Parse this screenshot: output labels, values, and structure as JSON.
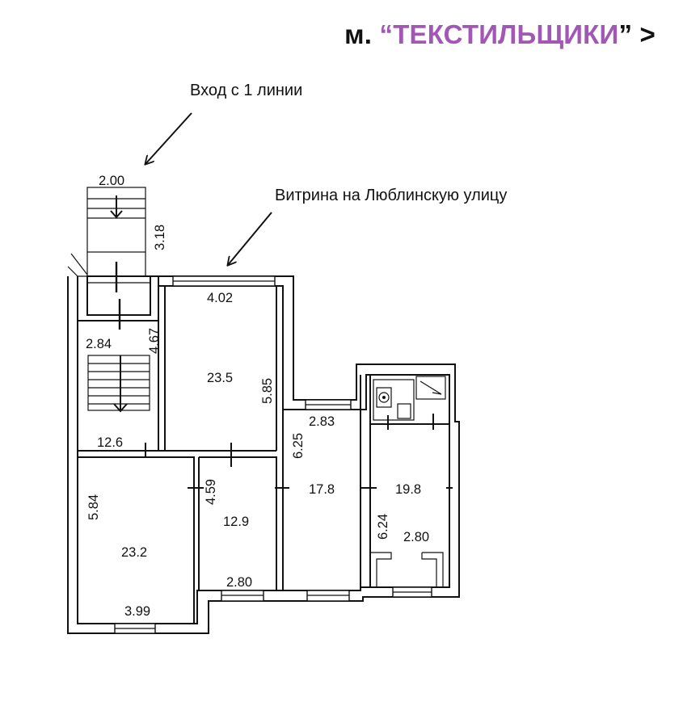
{
  "header": {
    "prefix": "м. ",
    "open_quote": "“",
    "station": "ТЕКСТИЛЬЩИКИ",
    "close_quote": "” >",
    "accent_color": "#a256b5"
  },
  "annotations": {
    "entrance": "Вход с 1 линии",
    "storefront": "Витрина на Люблинскую улицу"
  },
  "plan_labels": {
    "stair_width": "2.00",
    "stair_length": "3.18",
    "stair_hall_width": "2.84",
    "stair_hall_length": "4.67",
    "hall_area": "12.6",
    "room_a_width": "4.02",
    "room_a_area": "23.5",
    "room_a_length": "5.85",
    "room_b_length": "5.84",
    "room_b_area": "23.2",
    "room_b_width": "3.99",
    "room_c_length": "4.59",
    "room_c_area": "12.9",
    "room_c_width": "2.80",
    "room_d_width": "2.83",
    "room_d_length": "6.25",
    "room_d_area": "17.8",
    "room_e_area": "19.8",
    "room_e_length": "6.24",
    "room_e_width": "2.80"
  }
}
